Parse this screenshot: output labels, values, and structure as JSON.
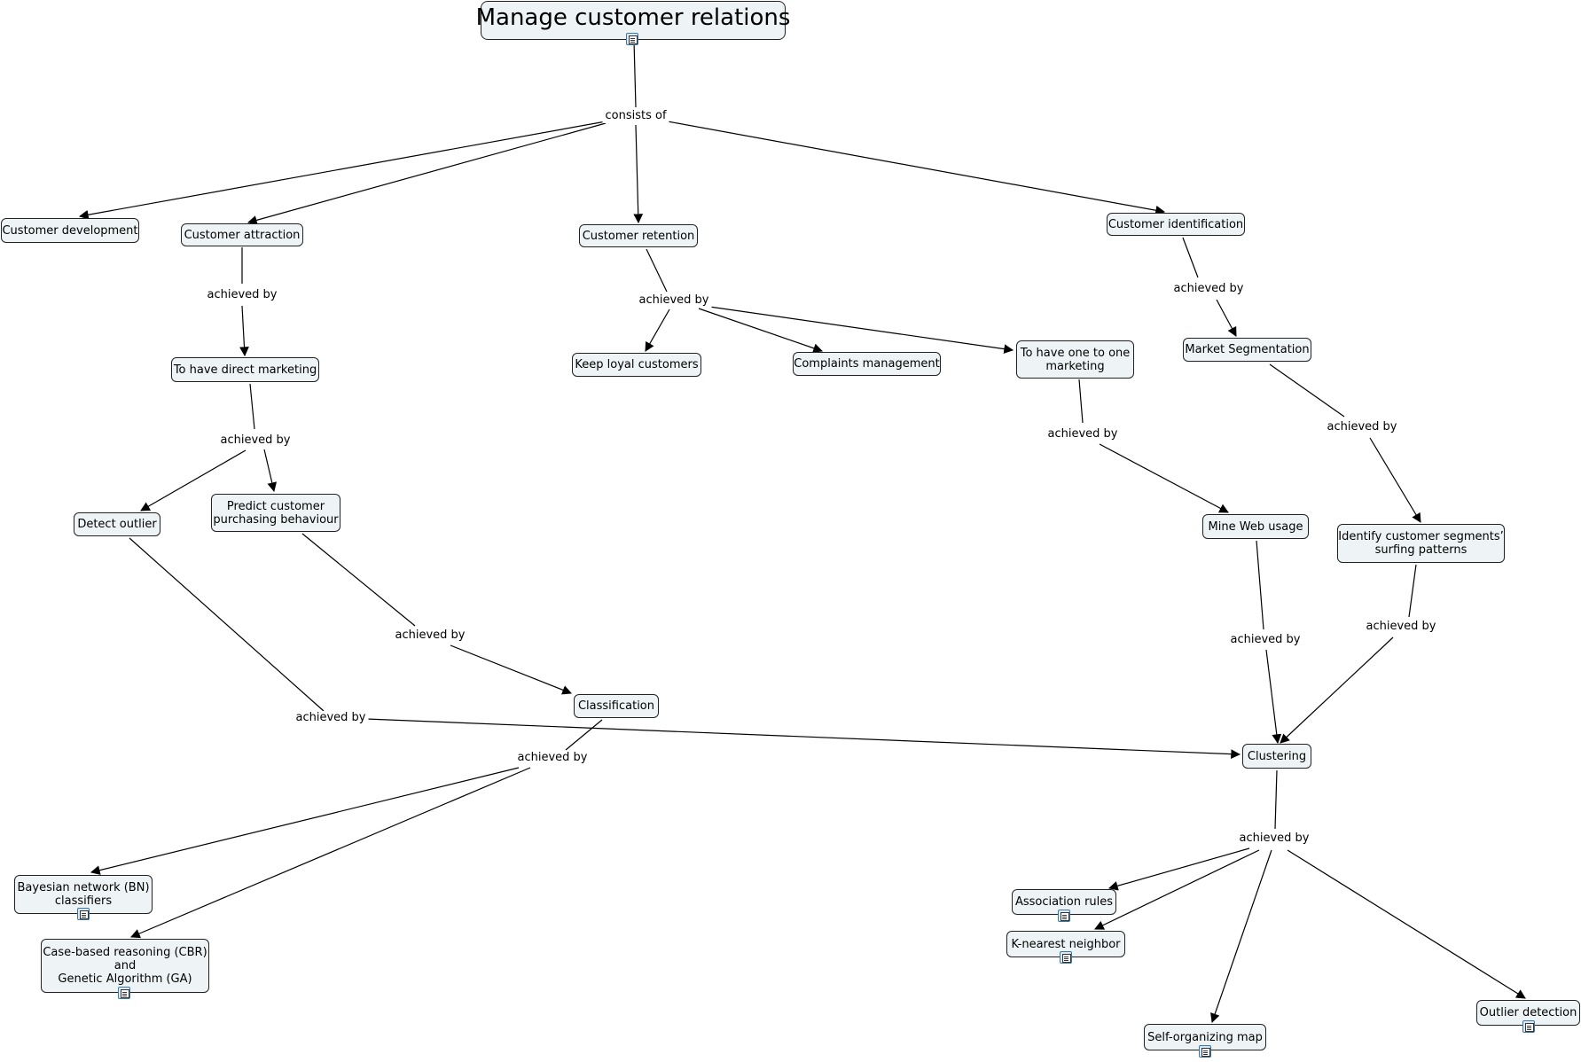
{
  "nodes": {
    "root": "Manage customer relations",
    "customer_development": "Customer development",
    "customer_attraction": "Customer attraction",
    "customer_retention": "Customer retention",
    "customer_identification": "Customer identification",
    "direct_marketing": "To have direct marketing",
    "keep_loyal": "Keep loyal customers",
    "complaints": "Complaints management",
    "one_to_one": [
      "To have one to one",
      "marketing"
    ],
    "market_segmentation": "Market Segmentation",
    "detect_outlier": "Detect outlier",
    "predict_purchasing": [
      "Predict customer",
      "purchasing behaviour"
    ],
    "mine_web": "Mine Web usage",
    "identify_segments": [
      "Identify customer segments’",
      "surfing patterns"
    ],
    "classification": "Classification",
    "clustering": "Clustering",
    "bayesian": [
      "Bayesian network (BN)",
      "classifiers"
    ],
    "cbr_ga": [
      "Case-based reasoning (CBR)",
      "and",
      "Genetic Algorithm (GA)"
    ],
    "association_rules": "Association rules",
    "knn": "K-nearest neighbor",
    "som": "Self-organizing map",
    "outlier_detection": "Outlier detection"
  },
  "link_phrases": {
    "consists_of": "consists of",
    "achieved_by": "achieved by"
  },
  "attachment_icon": "document-icon"
}
